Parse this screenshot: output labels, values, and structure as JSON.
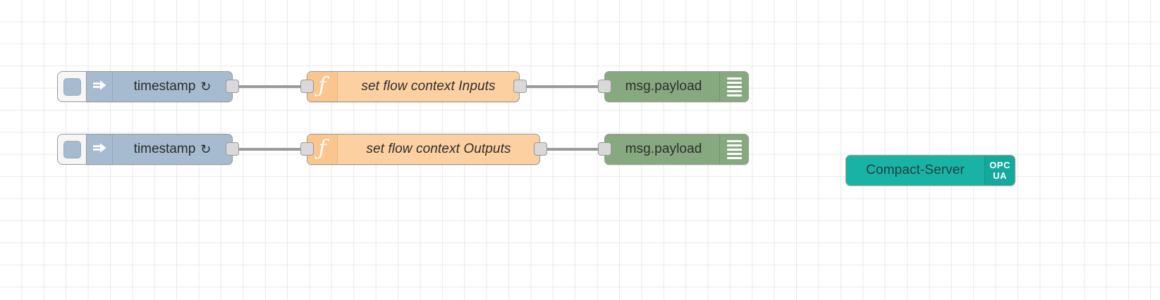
{
  "editor": {
    "name": "node-red-flow-canvas",
    "background": "#ffffff",
    "grid_color": "#e9e9e9",
    "grid_size": 31
  },
  "palette": {
    "inject_color": "#a6bbcf",
    "function_color": "#fdd0a2",
    "debug_color": "#87a980",
    "opcua_color": "#19b3a6",
    "wire_color": "#9b9b9b",
    "port_color": "#d9d9d9",
    "node_border": "#999999"
  },
  "nodes": [
    {
      "id": "inject-1",
      "type": "inject",
      "label": "timestamp",
      "repeat_glyph": "↻",
      "icon": "arrow-right-icon",
      "button_label": "inject-trigger-button"
    },
    {
      "id": "function-1",
      "type": "function",
      "label": "set flow context Inputs",
      "icon": "function-f-icon"
    },
    {
      "id": "debug-1",
      "type": "debug",
      "label": "msg.payload",
      "icon": "debug-list-icon",
      "toggle_label": "debug-enable-toggle"
    },
    {
      "id": "inject-2",
      "type": "inject",
      "label": "timestamp",
      "repeat_glyph": "↻",
      "icon": "arrow-right-icon",
      "button_label": "inject-trigger-button"
    },
    {
      "id": "function-2",
      "type": "function",
      "label": "set flow context Outputs",
      "icon": "function-f-icon"
    },
    {
      "id": "debug-2",
      "type": "debug",
      "label": "msg.payload",
      "icon": "debug-list-icon",
      "toggle_label": "debug-enable-toggle"
    },
    {
      "id": "opcua-server-1",
      "type": "opcua-server",
      "label": "Compact-Server",
      "icon_line1": "OPC",
      "icon_line2": "UA"
    }
  ],
  "wires": [
    {
      "from": "inject-1",
      "to": "function-1"
    },
    {
      "from": "function-1",
      "to": "debug-1"
    },
    {
      "from": "inject-2",
      "to": "function-2"
    },
    {
      "from": "function-2",
      "to": "debug-2"
    }
  ]
}
